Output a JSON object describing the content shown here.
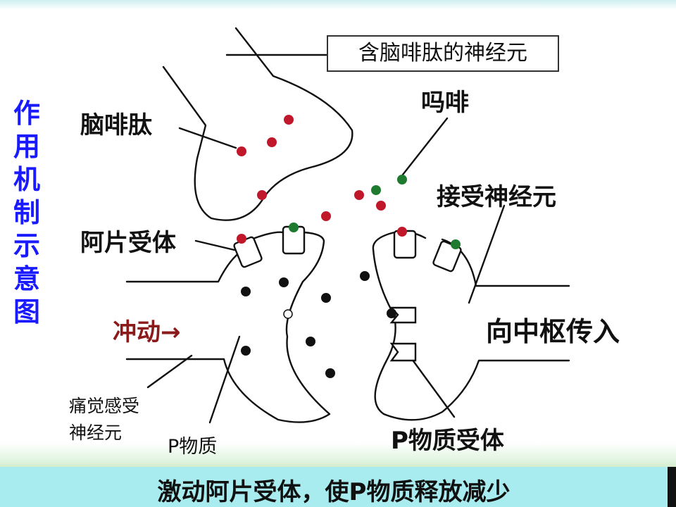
{
  "title": "作用机制示意图",
  "labels": {
    "enkephalin_neuron": "含脑啡肽的神经元",
    "enkephalin": "脑啡肽",
    "morphine": "吗啡",
    "receiving_neuron": "接受神经元",
    "opioid_receptor": "阿片受体",
    "impulse": "冲动→",
    "to_center": "向中枢传入",
    "pain_neuron_line1": "痛觉感受",
    "pain_neuron_line2": "神经元",
    "substance_p": "P物质",
    "substance_p_receptor": "P物质受体"
  },
  "caption": "激动阿片受体，使P物质释放减少",
  "colors": {
    "title": "#1a1aff",
    "impulse": "#8b1a1a",
    "enkephalin_dot": "#c0182a",
    "morphine_dot": "#1e7a2e",
    "substance_p_dot": "#111111",
    "caption_bar": "#a8ecef"
  }
}
